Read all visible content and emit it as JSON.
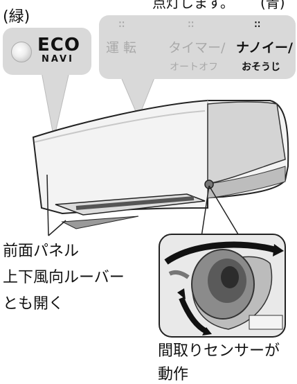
{
  "header": {
    "top_text": "点灯します。",
    "green_label": "(緑)",
    "blue_label": "(青)"
  },
  "eco_panel": {
    "logo_top": "ECO",
    "logo_bottom": "NAVI"
  },
  "status_panel": {
    "dots": "∷",
    "operation": "運 転",
    "timer": "タイマー/",
    "timer_sub": "オートオフ",
    "nanoe": "ナノイー/",
    "nanoe_sub": "おそうじ"
  },
  "callouts": {
    "louver_line1": "前面パネル",
    "louver_line2": "上下風向ルーバー",
    "louver_line3": "とも開く",
    "sensor_line1": "間取りセンサーが",
    "sensor_line2": "動作"
  },
  "colors": {
    "bubble": "#d9d9d9",
    "active_text": "#111111",
    "inactive_text": "#a9a9a9",
    "unit_body": "#f2f2f2",
    "unit_shadow": "#cfcfcf"
  }
}
